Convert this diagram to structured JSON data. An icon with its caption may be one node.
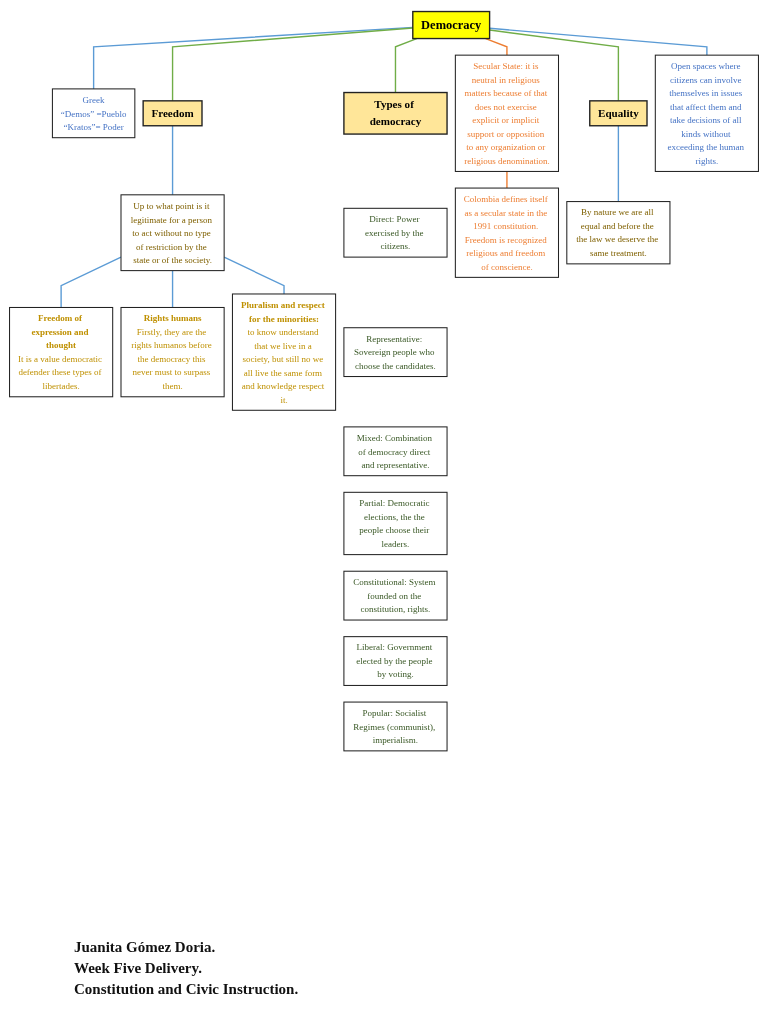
{
  "diagram": {
    "nodes": [
      {
        "text": [
          "Democracy"
        ]
      },
      {
        "text": [
          "Greek",
          "“Demos” =Pueblo",
          "“Kratos”= Poder"
        ]
      },
      {
        "text": [
          "Open spaces where citizens can involve themselves in issues that affect them and take decisions of all kinds without exceeding the human rights."
        ]
      },
      {
        "text": [
          "Freedom"
        ]
      },
      {
        "text": [
          "Types of democracy"
        ]
      },
      {
        "text": [
          "Equality"
        ]
      },
      {
        "text": [
          "Up to what point is it legitimate for a person to act without no type of restriction by the state or of the society."
        ]
      },
      {
        "text": [
          "Freedom of expression and thought",
          "It is a value democratic defender these types of libertades."
        ]
      },
      {
        "text": [
          "Rights humans",
          "Firstly, they are the rights humanos before the democracy this never must to surpass them."
        ]
      },
      {
        "text": [
          "Pluralism and respect for the minorities:",
          "to know understand that we live in a society, but still no we all live the same form and knowledge respect it."
        ]
      },
      {
        "text": [
          "Direct: Power exercised by the citizens."
        ]
      },
      {
        "text": [
          "Representative: Sovereign people who choose the candidates."
        ]
      },
      {
        "text": [
          "Mixed: Combination of democracy direct and representative."
        ]
      },
      {
        "text": [
          "Partial: Democratic elections, the the people choose their leaders."
        ]
      },
      {
        "text": [
          "Constitutional: System founded on the constitution, rights."
        ]
      },
      {
        "text": [
          "Liberal: Government elected by the people by voting."
        ]
      },
      {
        "text": [
          "Popular: Socialist Regimes (communist), imperialism."
        ]
      },
      {
        "text": [
          "By nature we are all equal and before the the law we deserve the same treatment."
        ]
      },
      {
        "text": [
          "Secular State: it is neutral in religious matters because of that does not exercise explicit or implicit support or opposition to any organization or religious denomination."
        ]
      },
      {
        "text": [
          "Colombia defines itself as a secular state in the 1991 constitution. Freedom is recognized religious and freedom of conscience."
        ]
      }
    ],
    "edges": [
      {
        "from": 0,
        "to": 1,
        "arrow": "none"
      },
      {
        "from": 0,
        "to": 3,
        "arrow": "none",
        "color": "#70ad47"
      },
      {
        "from": 0,
        "to": 4,
        "arrow": "none",
        "color": "#70ad47"
      },
      {
        "from": 0,
        "to": 18,
        "arrow": "none",
        "color": "#ed7d31"
      },
      {
        "from": 0,
        "to": 5,
        "arrow": "none",
        "color": "#70ad47"
      },
      {
        "from": 0,
        "to": 2,
        "arrow": "none"
      },
      {
        "from": 3,
        "to": 6,
        "arrow": "none"
      },
      {
        "from": 6,
        "to": 7,
        "arrow": "none"
      },
      {
        "from": 6,
        "to": 8,
        "arrow": "none"
      },
      {
        "from": 6,
        "to": 9,
        "arrow": "none"
      },
      {
        "from": 18,
        "to": 19,
        "arrow": "none",
        "color": "#ed7d31"
      },
      {
        "from": 5,
        "to": 17,
        "arrow": "none"
      }
    ],
    "labels": [
      "Juanita Gómez Doria.",
      "Week Five Delivery.",
      "Constitution and Civic Instruction."
    ]
  }
}
